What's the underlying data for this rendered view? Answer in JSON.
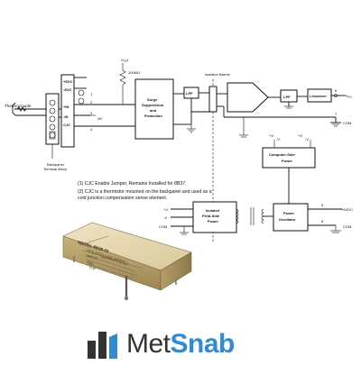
{
  "diagram": {
    "thermocouple_label": "Thermocouple",
    "backpanel_label": "Backpanel\nTerminal Block",
    "pin_plus_exc": "+EXC",
    "pin_minus_exc": "-EXC",
    "pin_plus_in": "+IN",
    "pin_minus_in": "-IN",
    "pin_cjc": "CJC",
    "nc_label": "NC",
    "vref_label": "V₀ᵣₑf",
    "resistor_label": "100MΩ",
    "surge_label": "Surge\nSuppression\nand\nProtection",
    "lpf1_label": "LPF",
    "lpf2_label": "LPF",
    "linearizer_label": "Linearizer",
    "isolation_label": "Isolation Barrier",
    "vout_label": "Vₒᵤₜ",
    "com_label_1": "COM",
    "computer_power_label": "Computer-Side\nPower",
    "isolated_power_label": "Isolated\nField-Side\nPower",
    "oscillator_label": "Power\nOscillator",
    "plus_v_labels": [
      "+V",
      "-V",
      "+V",
      "-V"
    ],
    "plus_5vdc_label": "+5VDC",
    "com_label_2": "COM",
    "pin_numbers": [
      "1",
      "2",
      "3",
      "4",
      "5",
      "6",
      "7",
      "8"
    ],
    "field_labels": [
      "+V",
      "-V",
      "COM"
    ]
  },
  "notes": {
    "note1": "(1) CJC Enable Jumper, Remains Installed for 8B37.",
    "note2": "(2) CJC is a thermistor mounted on the backpanel and used as a cold junction compensation sense element."
  },
  "module": {
    "model_line": "MODEL 8B38-03",
    "spec_lines": [
      "ISOLATED 4-CH 200mV",
      "INPUT",
      "OUTPUT 0 to 5V",
      "DIN",
      "TYP"
    ]
  },
  "logo": {
    "text_part1": "Met",
    "text_part2": "Snab",
    "colors": {
      "dark": "#333333",
      "blue": "#2e8bd6"
    }
  }
}
